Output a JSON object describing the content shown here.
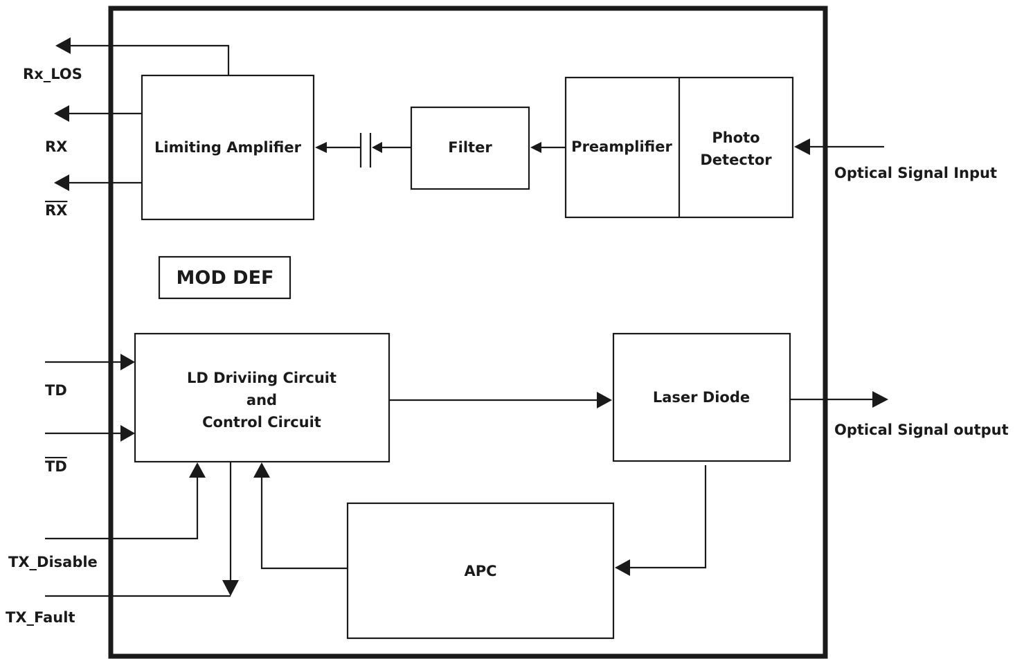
{
  "blocks": {
    "limiting_amplifier": "Limiting Amplifier",
    "filter": "Filter",
    "preamplifier": "Preamplifier",
    "photo_detector": [
      "Photo",
      "Detector"
    ],
    "mod_def": "MOD DEF",
    "ld_driving": [
      "LD Driviing Circuit",
      "and",
      "Control Circuit"
    ],
    "laser_diode": "Laser Diode",
    "apc": "APC"
  },
  "signals": {
    "rx_los": "Rx_LOS",
    "rx": "RX",
    "rx_bar": "RX",
    "td": "TD",
    "td_bar": "TD",
    "tx_disable": "TX_Disable",
    "tx_fault": "TX_Fault",
    "optical_input": "Optical Signal Input",
    "optical_output": "Optical Signal output"
  },
  "colors": {
    "ink": "#1a1a1a",
    "background": "#ffffff"
  }
}
